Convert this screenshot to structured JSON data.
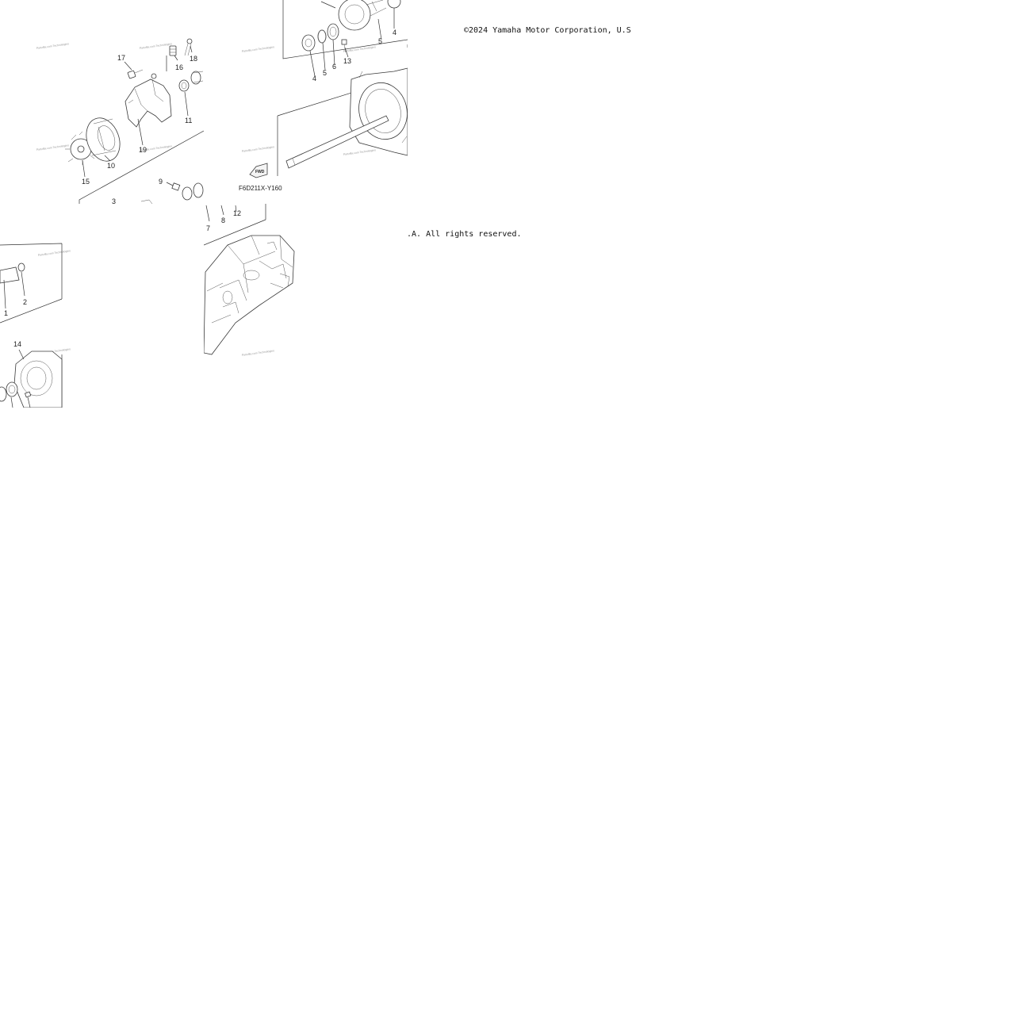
{
  "copyright": {
    "part1": "©2024 Yamaha Motor Corporation, U.S",
    "part2": ".A. All rights reserved."
  },
  "diagram": {
    "code": "F6D211X-Y160",
    "fwd_label": "FWD",
    "watermark": "Partzilla.com Technologies",
    "callouts": {
      "c1": "1",
      "c2": "2",
      "c3": "3",
      "c4a": "4",
      "c4b": "4",
      "c5a": "5",
      "c5b": "5",
      "c6": "6",
      "c7": "7",
      "c8": "8",
      "c9": "9",
      "c10": "10",
      "c11": "11",
      "c12": "12",
      "c13": "13",
      "c14": "14",
      "c15": "15",
      "c16": "16",
      "c17": "17",
      "c18": "18",
      "c19": "19"
    }
  }
}
